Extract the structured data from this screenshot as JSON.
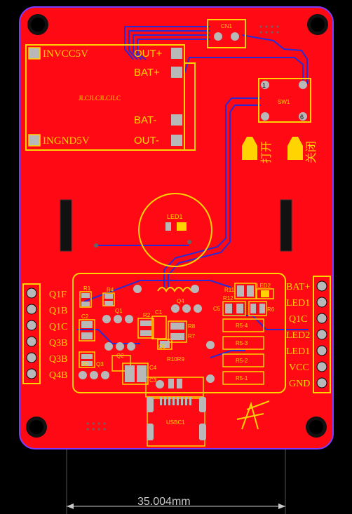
{
  "colors": {
    "background": "#000000",
    "board": "#ff0a14",
    "outline": "#7a3cff",
    "silk": "#ffd400",
    "pad": "#b8b8b8",
    "trace_bottom": "#2b2bd6",
    "dimension": "#c9c9c9"
  },
  "module_top": {
    "in_vcc": "INVCC5V",
    "in_gnd": "INGND5V",
    "out_plus": "OUT+",
    "bat_plus": "BAT+",
    "bat_minus": "BAT-",
    "out_minus": "OUT-",
    "chip_text": "JLCJLCJLCJLC"
  },
  "connector_label": "CN1",
  "switch_label": "SW1",
  "switch_pin1": "1",
  "switch_pin6": "6",
  "chinese": {
    "open": "打开",
    "close": "关闭"
  },
  "center_led_label": "LED1",
  "left_header": [
    "Q1F",
    "Q1B",
    "Q1C",
    "Q3B",
    "Q3B",
    "Q4B"
  ],
  "right_header": [
    "BAT+",
    "LED1",
    "Q1C",
    "LED2",
    "LED1",
    "VCC",
    "GND"
  ],
  "components": {
    "r1": "R1",
    "r4": "R4",
    "q1": "Q1",
    "c2": "C2",
    "r2": "R2",
    "c1": "C1",
    "q4": "Q4",
    "r8": "R8",
    "r7": "R7",
    "c6": "C6",
    "q2": "Q2",
    "r3": "R3",
    "q3": "Q3",
    "c4": "C4",
    "c3": "C3",
    "r10r9": "R10R9",
    "r11": "R11",
    "led2": "LED2",
    "r12": "R12",
    "c5": "C5",
    "r6": "R6"
  },
  "resistors": [
    "R5-4",
    "R5-3",
    "R5-2",
    "R5-1"
  ],
  "usb_label": "USBC1",
  "dimension_label": "35.004mm"
}
